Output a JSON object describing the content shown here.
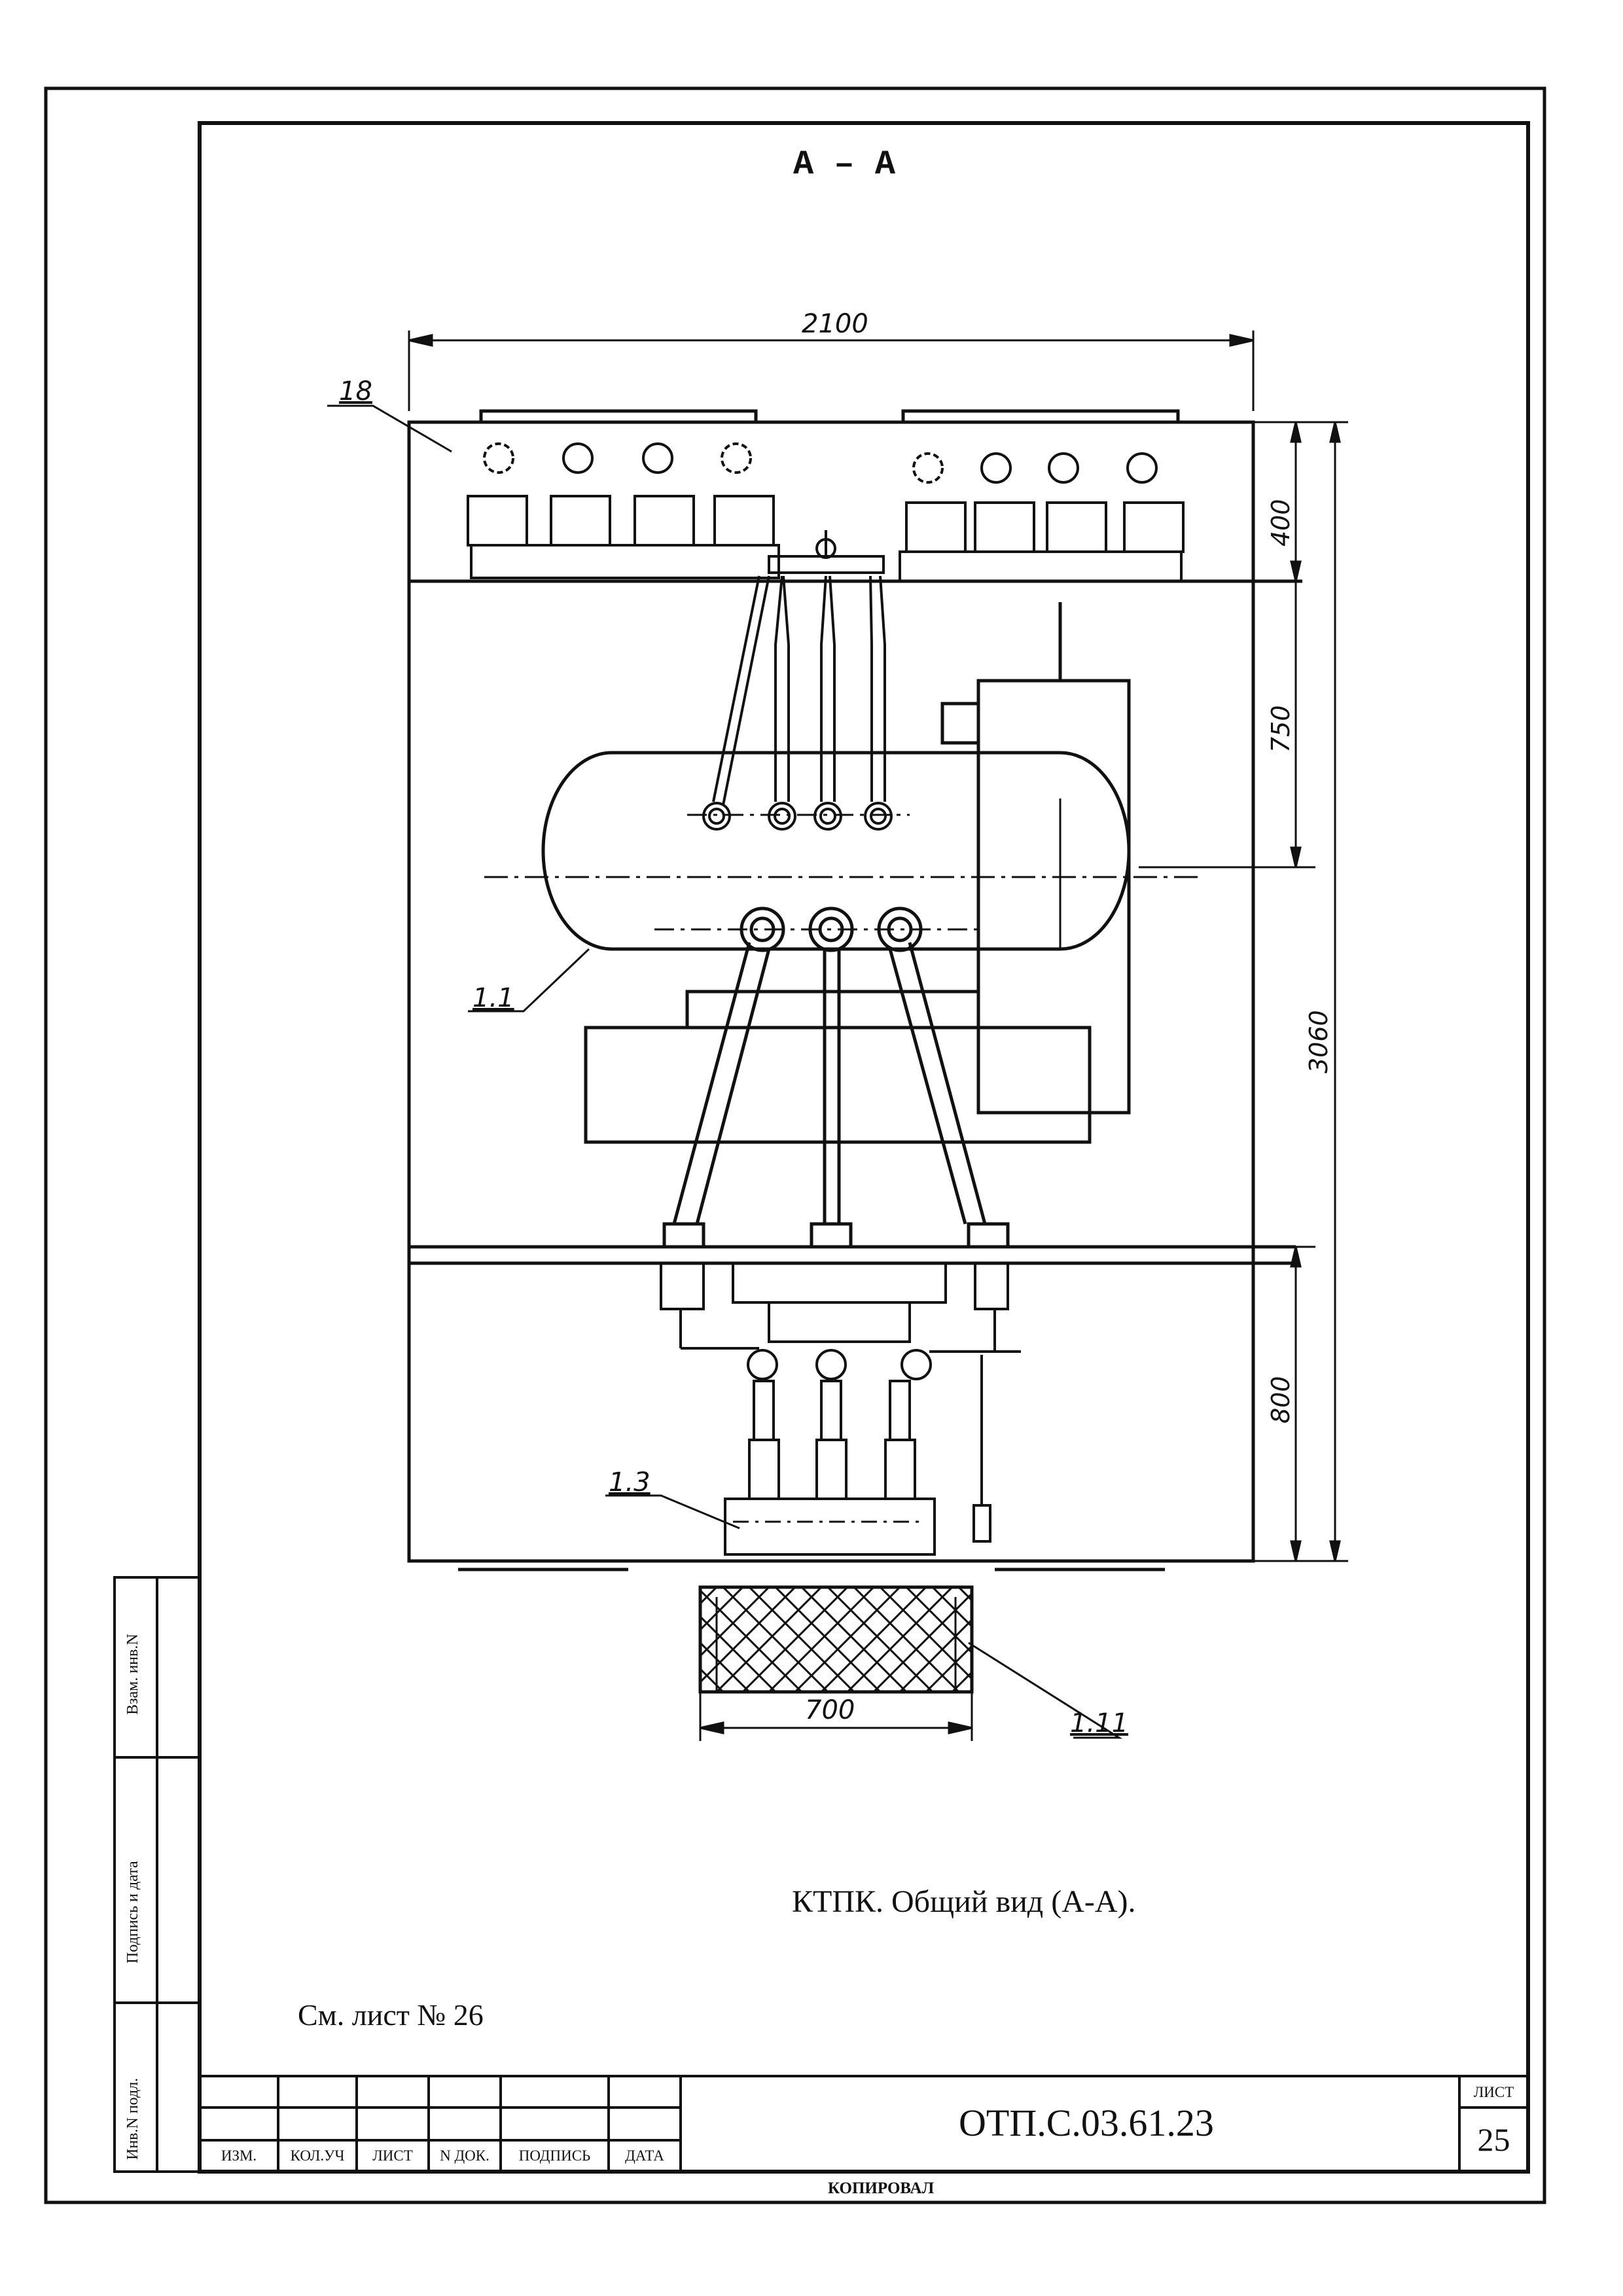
{
  "view_title": "А – А",
  "dimensions": {
    "overall_width": "2100",
    "top_section": "400",
    "middle_section": "750",
    "overall_height": "3060",
    "bottom_section": "800",
    "base_width": "700"
  },
  "callouts": {
    "item_18": "18",
    "item_1_1": "1.1",
    "item_1_3": "1.3",
    "item_1_11": "1.11"
  },
  "caption": "КТПК. Общий вид (А-А).",
  "see_sheet": "См. лист № 26",
  "side_stamp": {
    "inventory_replace": "Взам. инв.N",
    "signature_date": "Подпись и дата",
    "inventory_original": "Инв.N подл."
  },
  "title_block": {
    "columns": [
      "ИЗМ.",
      "КОЛ.УЧ",
      "ЛИСТ",
      "N ДОК.",
      "ПОДПИСЬ",
      "ДАТА"
    ],
    "document_code": "ОТП.С.03.61.23",
    "sheet_label": "ЛИСТ",
    "sheet_number": "25"
  },
  "footer": "КОПИРОВАЛ"
}
